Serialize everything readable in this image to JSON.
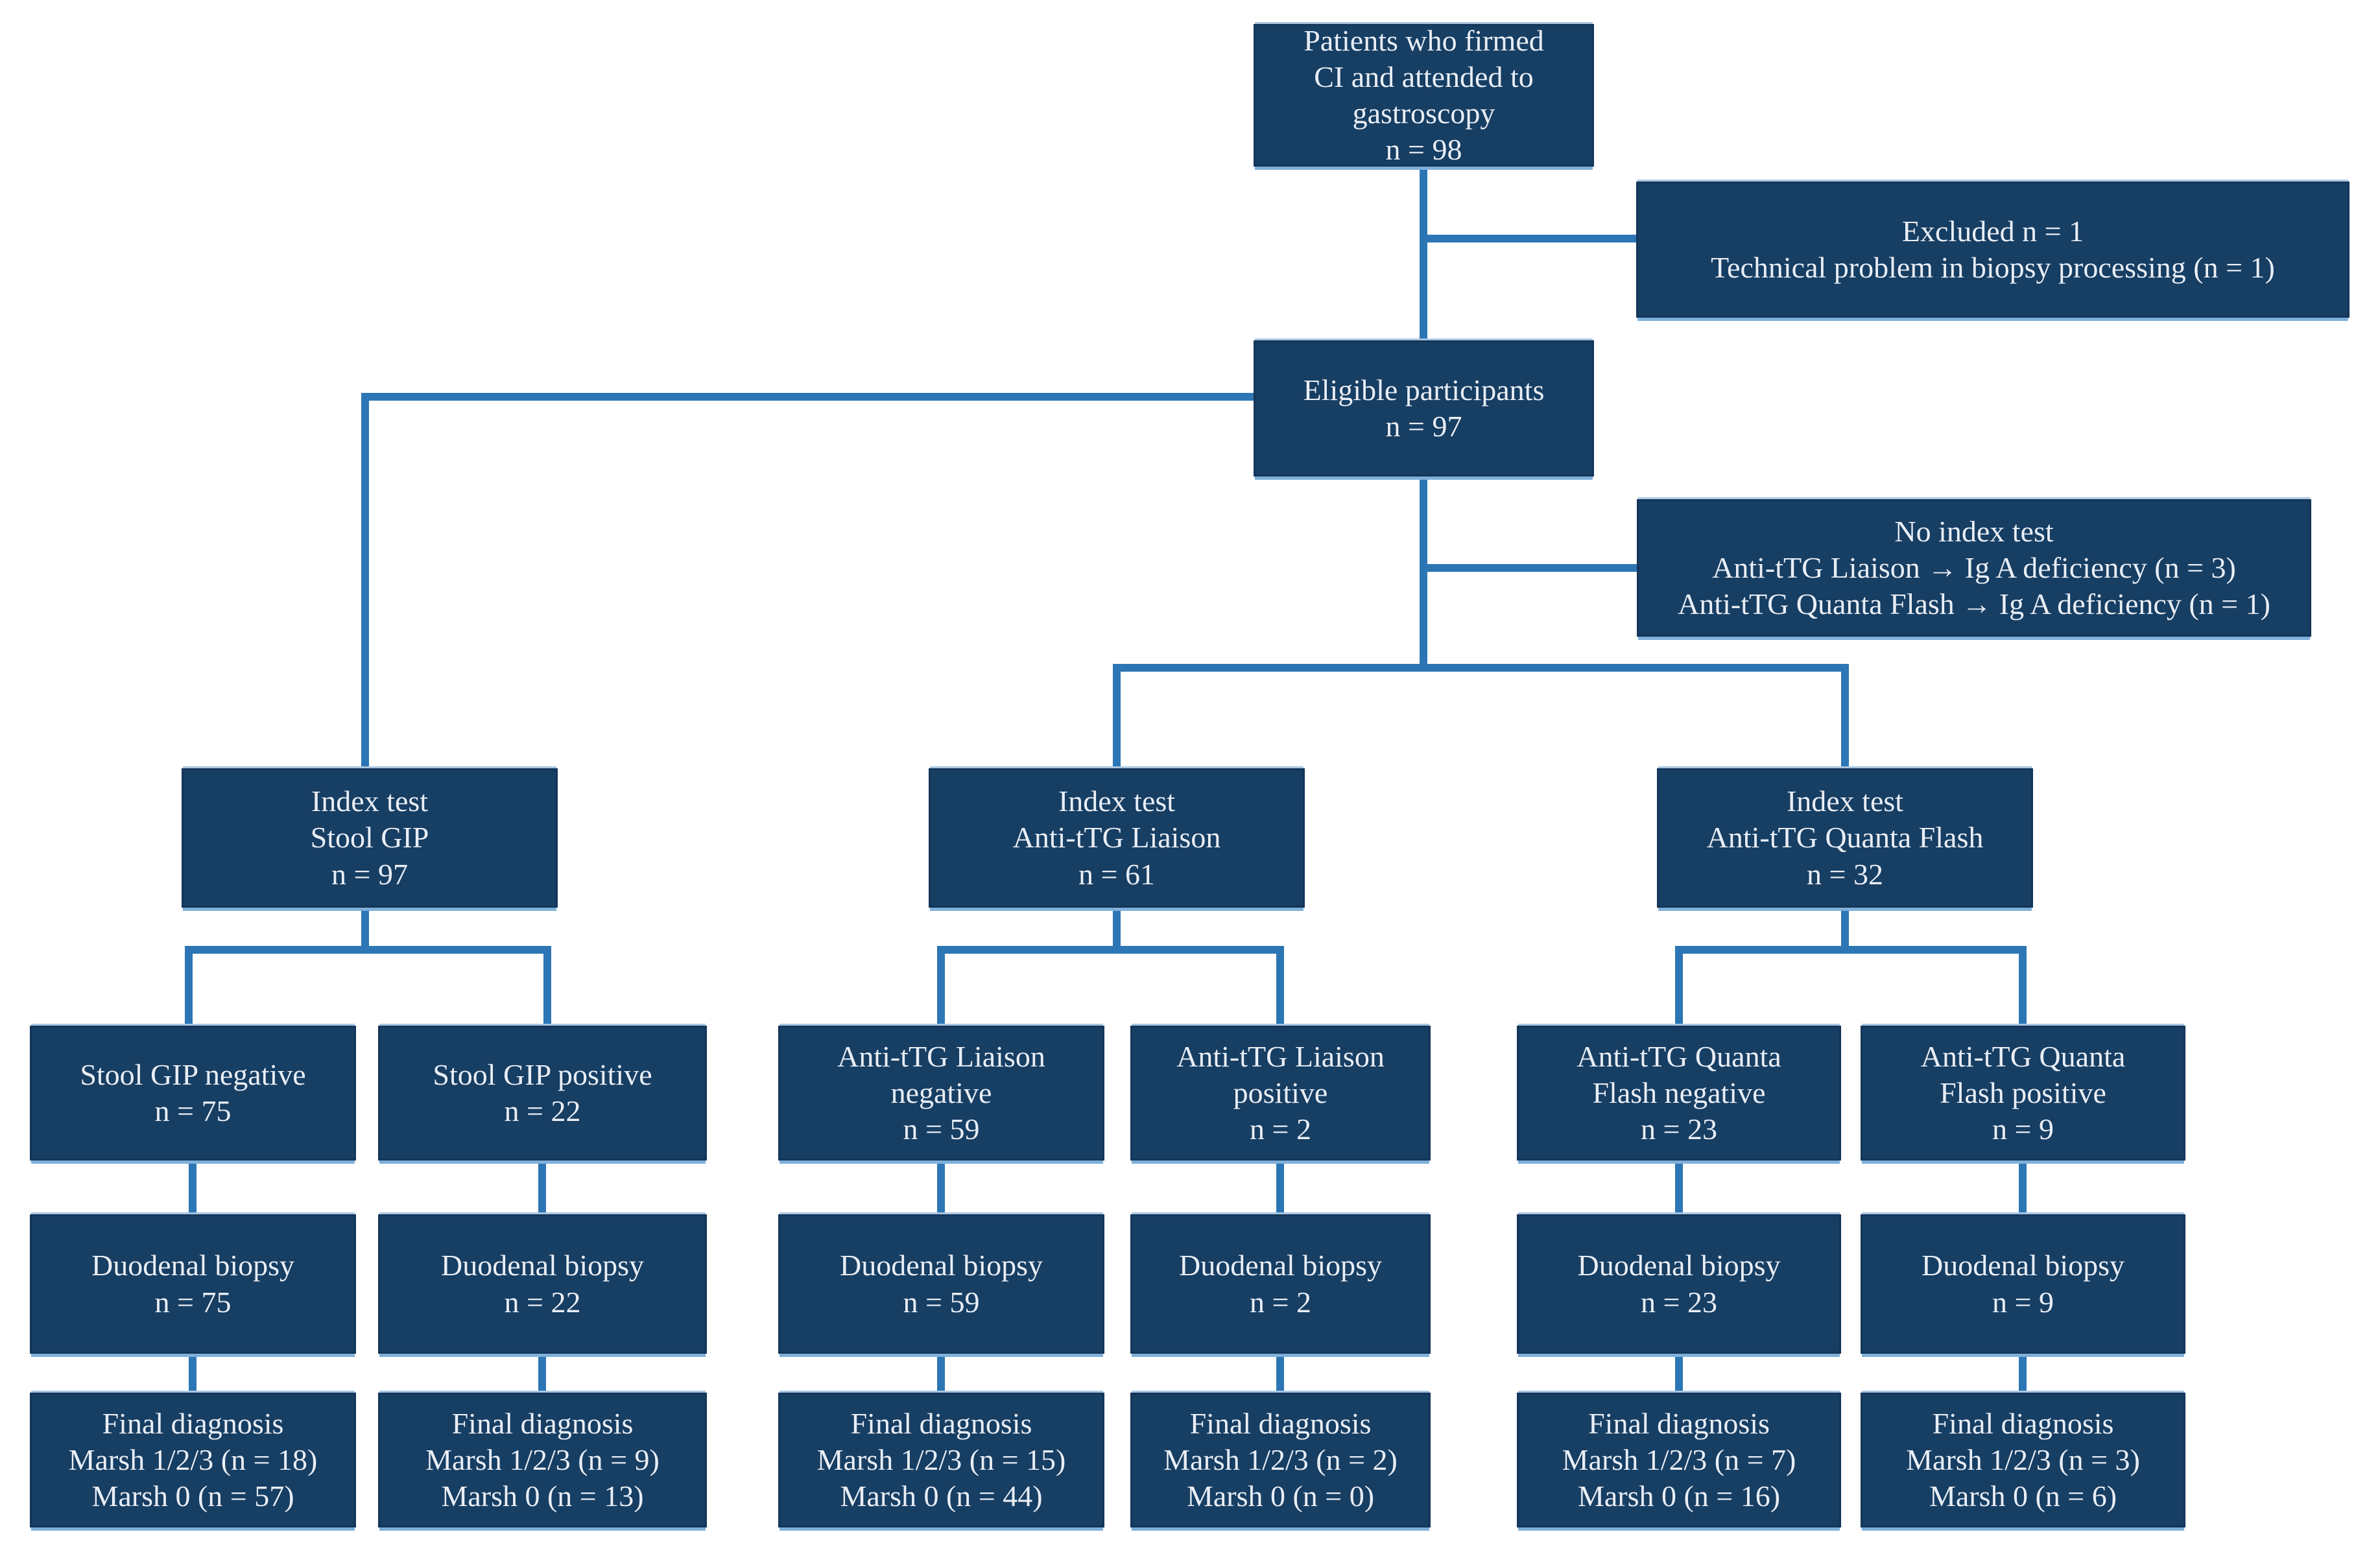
{
  "figure": {
    "type": "patient-flow-diagram",
    "palette": {
      "box_fill": "#173e63",
      "box_border": "#13365a",
      "box_highlight": "#7fb0da",
      "connector": "#2d76b5",
      "text": "#e9eef5",
      "background": "#ffffff"
    }
  },
  "nodes": {
    "patients": "Patients who firmed\nCI and attended to\ngastroscopy\nn = 98",
    "excluded": "Excluded n = 1\nTechnical problem in biopsy processing (n = 1)",
    "eligible": "Eligible participants\nn = 97",
    "no_index_test": "No index test\nAnti-tTG Liaison → Ig A deficiency (n = 3)\nAnti-tTG Quanta Flash → Ig A deficiency (n = 1)",
    "index_stool_gip": "Index test\nStool GIP\nn = 97",
    "index_liaison": "Index test\nAnti-tTG Liaison\nn = 61",
    "index_quanta": "Index test\nAnti-tTG Quanta Flash\nn = 32",
    "gip_negative": "Stool GIP negative\nn = 75",
    "gip_positive": "Stool GIP positive\nn = 22",
    "liaison_negative": "Anti-tTG Liaison\nnegative\nn = 59",
    "liaison_positive": "Anti-tTG Liaison\npositive\nn = 2",
    "quanta_negative": "Anti-tTG Quanta\nFlash negative\nn = 23",
    "quanta_positive": "Anti-tTG Quanta\nFlash positive\nn = 9",
    "biopsy_gip_negative": "Duodenal biopsy\nn = 75",
    "biopsy_gip_positive": "Duodenal biopsy\nn = 22",
    "biopsy_liaison_negative": "Duodenal biopsy\nn = 59",
    "biopsy_liaison_positive": "Duodenal biopsy\nn = 2",
    "biopsy_quanta_negative": "Duodenal biopsy\nn = 23",
    "biopsy_quanta_positive": "Duodenal biopsy\nn = 9",
    "final_gip_negative": "Final diagnosis\nMarsh 1/2/3 (n = 18)\nMarsh 0 (n = 57)",
    "final_gip_positive": "Final diagnosis\nMarsh 1/2/3 (n = 9)\nMarsh 0 (n = 13)",
    "final_liaison_negative": "Final diagnosis\nMarsh 1/2/3 (n = 15)\nMarsh 0 (n = 44)",
    "final_liaison_positive": "Final diagnosis\nMarsh 1/2/3 (n = 2)\nMarsh 0 (n = 0)",
    "final_quanta_negative": "Final diagnosis\nMarsh 1/2/3 (n = 7)\nMarsh 0 (n = 16)",
    "final_quanta_positive": "Final diagnosis\nMarsh 1/2/3 (n = 3)\nMarsh 0 (n = 6)"
  }
}
